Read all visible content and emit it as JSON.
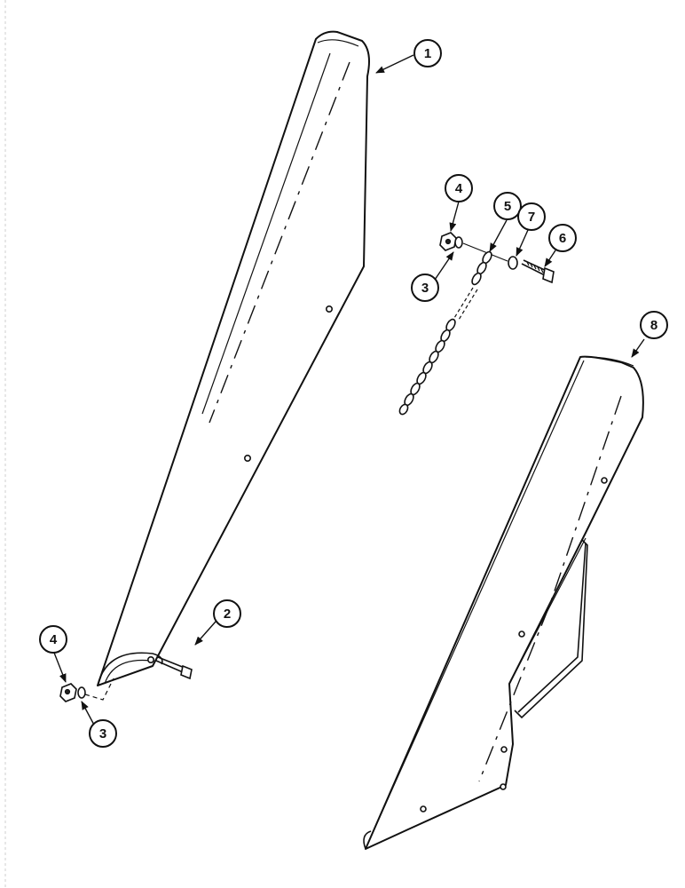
{
  "callouts": [
    {
      "id": "c1",
      "label": "1"
    },
    {
      "id": "c2",
      "label": "2"
    },
    {
      "id": "c3a",
      "label": "3"
    },
    {
      "id": "c3b",
      "label": "3"
    },
    {
      "id": "c4a",
      "label": "4"
    },
    {
      "id": "c4b",
      "label": "4"
    },
    {
      "id": "c5",
      "label": "5"
    },
    {
      "id": "c6",
      "label": "6"
    },
    {
      "id": "c7",
      "label": "7"
    },
    {
      "id": "c8",
      "label": "8"
    }
  ]
}
